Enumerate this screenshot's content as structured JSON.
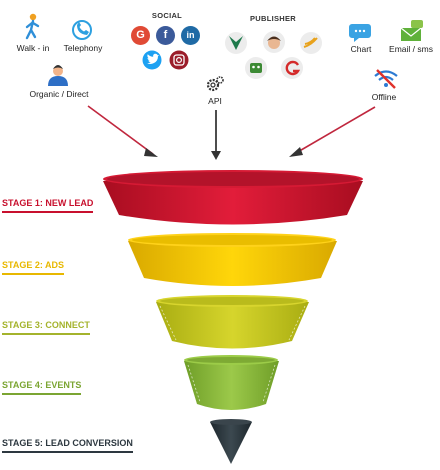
{
  "sources": {
    "walk_in": "Walk - in",
    "telephony": "Telephony",
    "organic": "Organic / Direct",
    "api": "API",
    "chart": "Chart",
    "email_sms": "Email / sms",
    "offline": "Offline"
  },
  "groups": {
    "social": "SOCIAL",
    "publisher": "PUBLISHER"
  },
  "social_icons": {
    "google": "G",
    "facebook": "f",
    "linkedin": "in"
  },
  "stages": [
    {
      "label": "STAGE 1:  NEW LEAD",
      "color": "#c8102e"
    },
    {
      "label": "STAGE 2: ADS",
      "color": "#e8b800"
    },
    {
      "label": "STAGE 3: CONNECT",
      "color": "#a4b32c"
    },
    {
      "label": "STAGE 4: EVENTS",
      "color": "#7ba532"
    },
    {
      "label": "STAGE 5:  LEAD CONVERSION",
      "color": "#2d3840"
    }
  ]
}
